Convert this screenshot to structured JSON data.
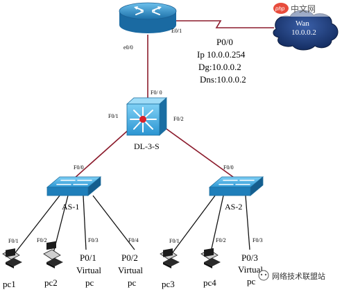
{
  "watermark": "php中文网",
  "router": {
    "port_e01": "E0/1",
    "port_e00": "e0/0"
  },
  "wan": {
    "label": "Wan",
    "ip": "10.0.0.2"
  },
  "wan_info": {
    "port": "P0/0",
    "ip": "Ip 10.0.0.254",
    "dg": "Dg:10.0.0.2",
    "dns": "Dns:10.0.0.2"
  },
  "core": {
    "name": "DL-3-S",
    "port_up": "F0/ 0",
    "port_left": "F0/1",
    "port_right": "F0/2"
  },
  "as1": {
    "name": "AS-1",
    "port_up": "F0/0",
    "ports": [
      "F0/1",
      "F0/2",
      "F0/3",
      "F0/4"
    ]
  },
  "as2": {
    "name": "AS-2",
    "port_up": "F0/0",
    "ports": [
      "F0/1",
      "F0/2",
      "F0/3"
    ]
  },
  "hosts": {
    "pc1": "pc1",
    "pc2": "pc2",
    "v1_port": "P0/1",
    "v1_line1": "Virtual",
    "v1_line2": "pc",
    "v2_port": "P0/2",
    "v2_line1": "Virtual",
    "v2_line2": "pc",
    "pc3": "pc3",
    "pc4": "pc4",
    "v3_port": "P0/3",
    "v3_line1": "Virtual",
    "v3_line2": "pc"
  },
  "footer": {
    "brand": "网络技术联盟站"
  },
  "colors": {
    "link": "#8b1a2b",
    "black_link": "#111111",
    "switch": "#2f9bd6",
    "red_text": "#e02020",
    "green_text": "#1a8a1a",
    "cloud": "#1c3a78"
  }
}
